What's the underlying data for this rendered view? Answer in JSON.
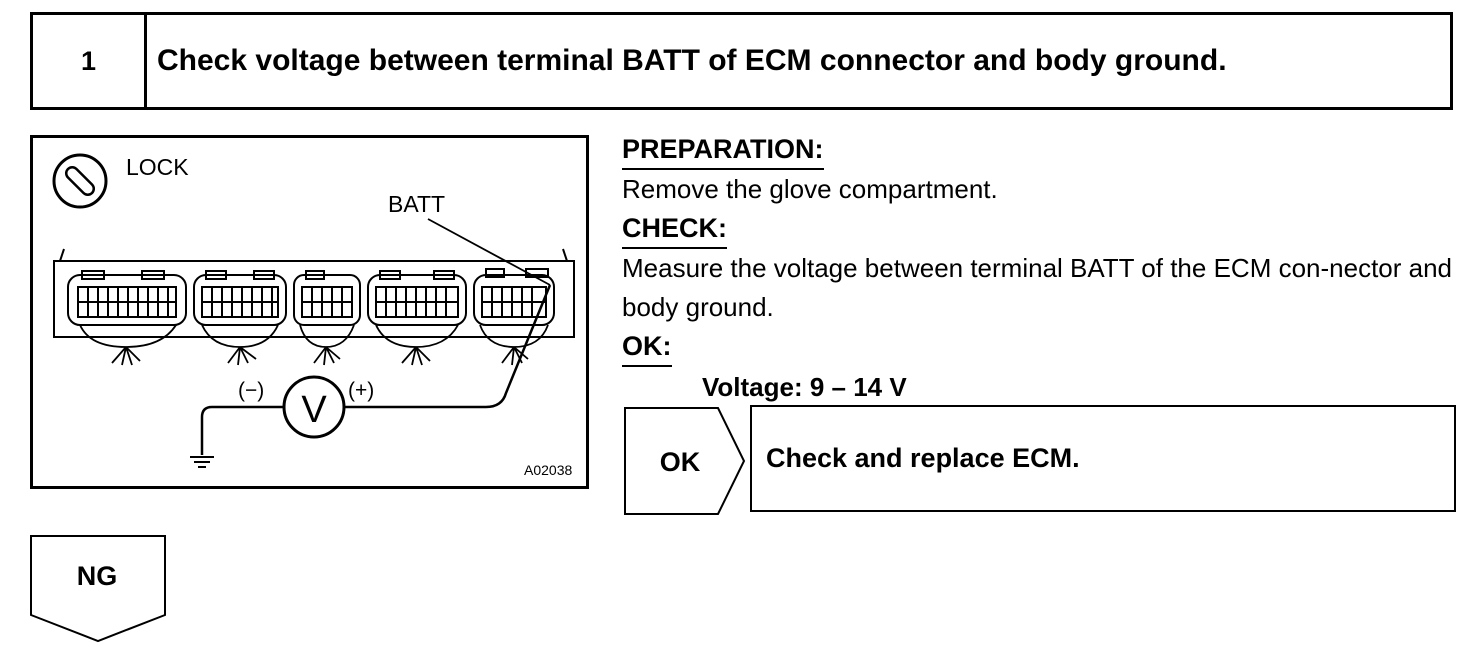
{
  "step": {
    "number": "1",
    "title": "Check voltage between terminal BATT of ECM connector and body ground."
  },
  "figure": {
    "lock_label": "LOCK",
    "batt_label": "BATT",
    "voltmeter_label": "V",
    "minus_label": "(−)",
    "plus_label": "(+)",
    "figure_code": "A02038",
    "icons": [
      "ignition-lock-icon",
      "ground-symbol-icon",
      "voltmeter-icon"
    ]
  },
  "preparation": {
    "heading": "PREPARATION:",
    "text": "Remove the glove compartment."
  },
  "check": {
    "heading": "CHECK:",
    "text": "Measure the voltage between terminal BATT of the ECM con-nector and body ground."
  },
  "ok_spec": {
    "heading": "OK:",
    "text": "Voltage: 9 – 14 V"
  },
  "ok_result": {
    "tag": "OK",
    "text": "Check and replace ECM."
  },
  "ng_result": {
    "tag": "NG"
  }
}
